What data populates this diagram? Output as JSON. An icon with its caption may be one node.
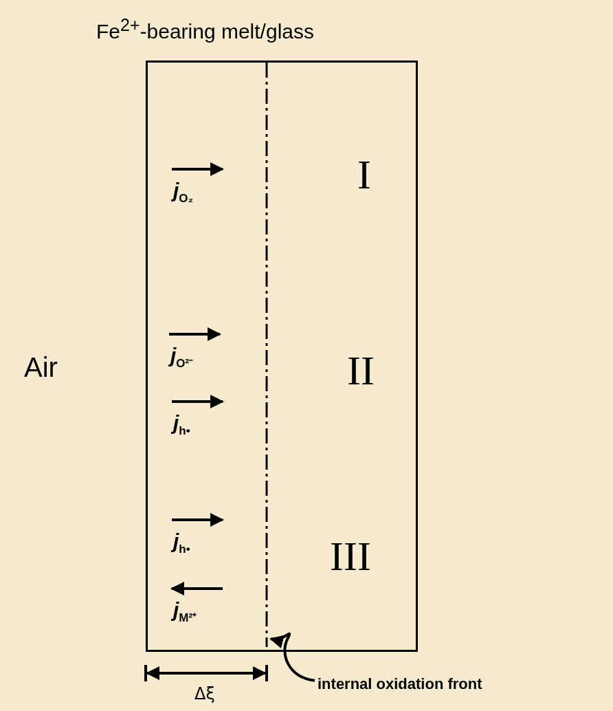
{
  "diagram": {
    "nodes": [
      {
        "text": [
          "Fe$^{2+}$-bearing melt/glass"
        ]
      },
      {
        "text": [],
        "shape": "line",
        "in": 0
      },
      {
        "text": [
          "internal oxidation front"
        ]
      }
    ],
    "edges": [
      {
        "from": 2,
        "to": 1,
        "arrow": "to"
      }
    ],
    "labels": [
      "j$_{O₂}$",
      "I",
      "Air",
      "j$_{O²⁻}$",
      "II",
      "j$_{h•}$",
      "j$_{h•}$",
      "III",
      "j$_{M²⁺}$",
      "Δξ"
    ]
  }
}
